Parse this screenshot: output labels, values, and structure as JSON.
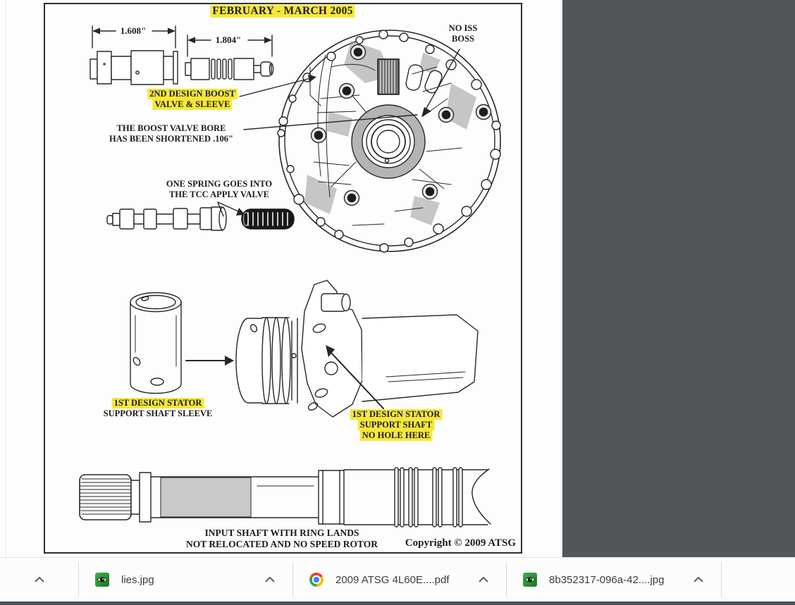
{
  "page": {
    "title": "FEBRUARY - MARCH 2005",
    "dims": {
      "sleeve_length": "1.608\"",
      "valve_length": "1.804\""
    },
    "annotations": {
      "boost_valve_sleeve": [
        "2ND DESIGN BOOST",
        "VALVE & SLEEVE"
      ],
      "boost_bore": [
        "THE BOOST VALVE BORE",
        "HAS BEEN SHORTENED .106\""
      ],
      "no_iss_boss": [
        "NO ISS",
        "BOSS"
      ],
      "tcc_spring": [
        "ONE SPRING GOES INTO",
        "THE TCC APPLY VALVE"
      ],
      "stator_sleeve": [
        "1ST DESIGN STATOR",
        "SUPPORT SHAFT SLEEVE"
      ],
      "stator_shaft": [
        "1ST DESIGN STATOR",
        "SUPPORT SHAFT",
        "NO HOLE HERE"
      ],
      "input_shaft": [
        "INPUT SHAFT WITH RING LANDS",
        "NOT RELOCATED AND NO SPEED ROTOR"
      ]
    },
    "copyright": "Copyright © 2009 ATSG"
  },
  "downloads_bar": {
    "items": [
      {
        "label": "lies.jpg",
        "icon": "image-thumbnail-eye"
      },
      {
        "label": "2009 ATSG 4L60E....pdf",
        "icon": "chrome-pdf"
      },
      {
        "label": "8b352317-096a-42....jpg",
        "icon": "image-thumbnail-eye"
      }
    ]
  },
  "colors": {
    "highlight_yellow": "#f6e73c",
    "viewer_background": "#525659",
    "window_bottom_edge": "#4d5257",
    "line_ink": "#262626"
  }
}
